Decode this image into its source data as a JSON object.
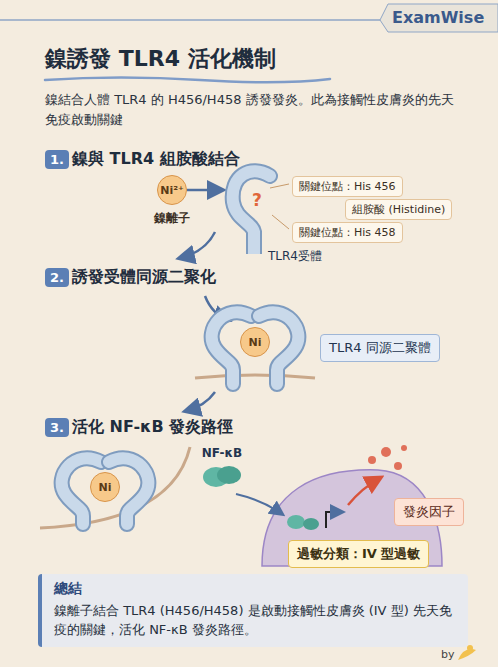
{
  "diagram": {
    "title": "鎳誘發 TLR4 活化機制",
    "nodes": [
      {
        "text": [
          "1."
        ]
      },
      {
        "text": [
          "Ni²⁺",
          "鎳離子"
        ]
      },
      {
        "text": [
          "TLR4受體"
        ]
      },
      {
        "text": [
          "關鍵位點：His 456"
        ]
      },
      {
        "text": [
          "組胺酸 (Histidine)"
        ]
      },
      {
        "text": [
          "關鍵位點：His 458"
        ]
      },
      {
        "text": [
          "2."
        ]
      },
      {
        "text": [
          "Ni"
        ]
      },
      {
        "text": [
          "TLR4 同源二聚體"
        ]
      },
      {
        "text": [
          "3."
        ]
      },
      {
        "text": [
          "Ni"
        ]
      },
      {
        "text": [
          "NF-κB"
        ]
      },
      {
        "text": [
          "發炎因子"
        ]
      },
      {
        "text": [
          "過敏分類：IV 型過敏"
        ]
      },
      {
        "text": [
          "總結",
          "鎳離子結合 TLR4 (H456/H458) 是啟動接觸性皮膚炎 (IV 型) 先天免疫的關鍵，活化 NF-κB 發炎路徑。"
        ]
      }
    ],
    "edges": [
      {
        "from": 1,
        "to": 2,
        "arrow": "to"
      }
    ],
    "labels": [
      "ExamWise",
      "鎳結合人體 TLR4 的 H456/H458 誘發發炎。此為接觸性皮膚炎的先天免疫啟動關鍵",
      "鎳與 TLR4 組胺酸結合",
      "?",
      "誘發受體同源二聚化",
      "活化 NF-κB 發炎路徑",
      "by"
    ]
  }
}
